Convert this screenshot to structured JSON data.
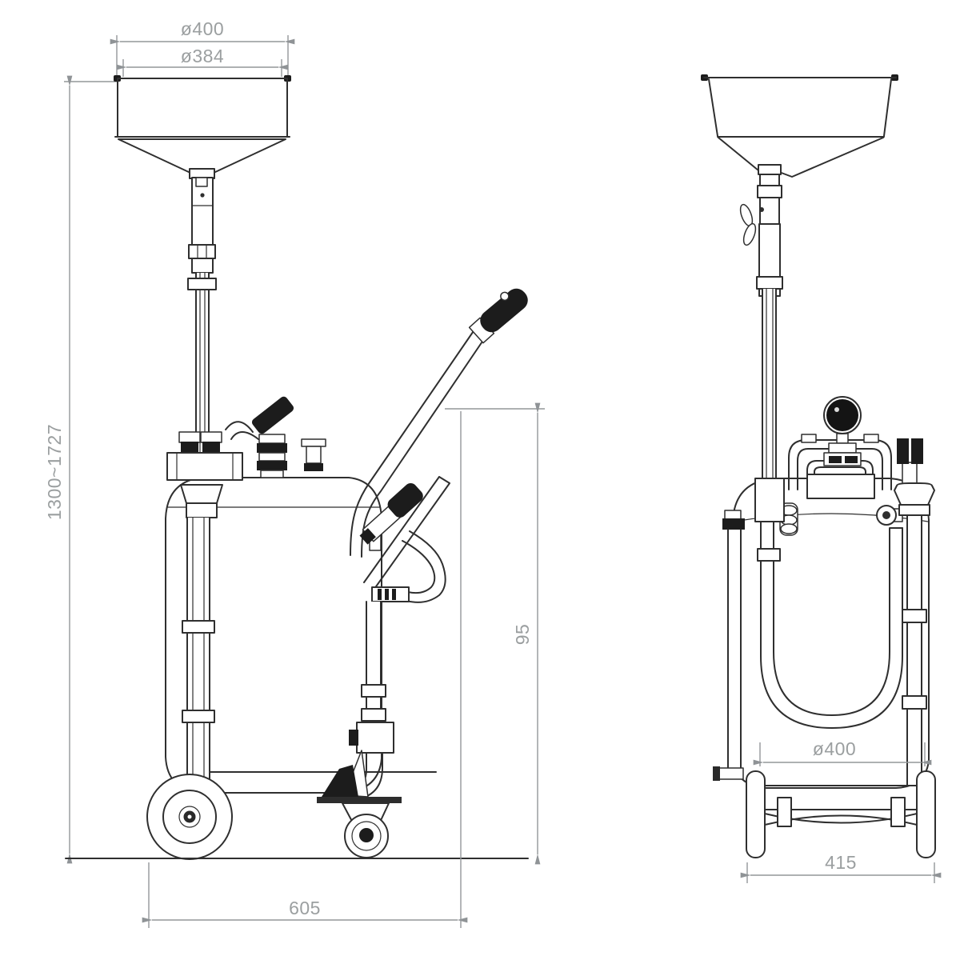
{
  "drawing": {
    "type": "technical-dimension-drawing",
    "background": "#ffffff",
    "line_color": "#2f2f2f",
    "dimension_color": "#939799",
    "views": {
      "left": {
        "dim_funnel_outer_diameter": "ø400",
        "dim_funnel_inner_diameter": "ø384",
        "dim_overall_height_range": "1300~1727",
        "dim_handle_height": "95",
        "dim_base_length": "605"
      },
      "right": {
        "dim_tank_diameter": "ø400",
        "dim_track_width": "415"
      }
    }
  }
}
